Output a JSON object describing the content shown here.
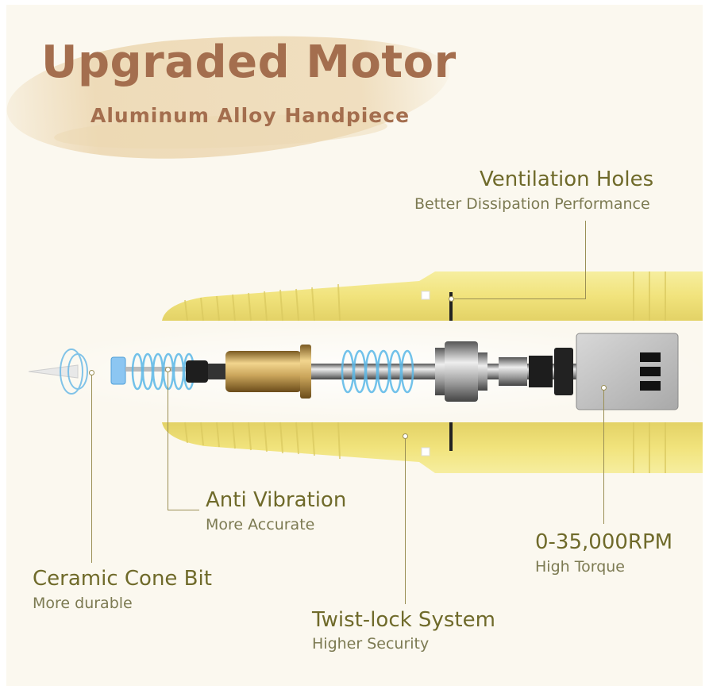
{
  "header": {
    "title": "Upgraded Motor",
    "subtitle": "Aluminum Alloy Handpiece"
  },
  "callouts": {
    "ventilation": {
      "title": "Ventilation Holes",
      "sub": "Better Dissipation Performance"
    },
    "anti_vibration": {
      "title": "Anti Vibration",
      "sub": "More Accurate"
    },
    "rpm": {
      "title": "0-35,000RPM",
      "sub": "High Torque"
    },
    "ceramic": {
      "title": "Ceramic Cone Bit",
      "sub": "More durable"
    },
    "twist_lock": {
      "title": "Twist-lock System",
      "sub": "Higher Security"
    }
  },
  "colors": {
    "title": "#a46e4e",
    "callout_title": "#6f6a2a",
    "handpiece_yellow": "#f3e784",
    "brass": "#c9a45a",
    "spring_blue": "#5ab8e8"
  }
}
